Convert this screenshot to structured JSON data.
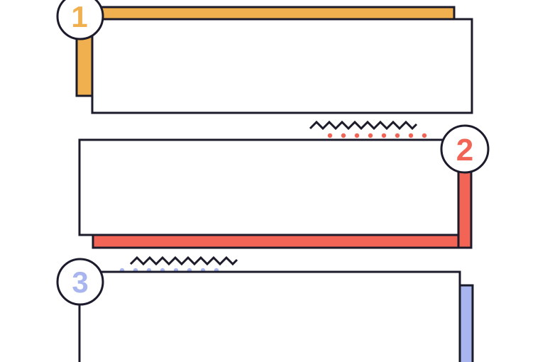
{
  "colors": {
    "outline": "#1b1b2b",
    "background": "#ffffff",
    "step1": "#f1b04f",
    "step2": "#f26556",
    "step3": "#a8b5ee"
  },
  "steps": [
    {
      "number": "1",
      "accent": "step1"
    },
    {
      "number": "2",
      "accent": "step2"
    },
    {
      "number": "3",
      "accent": "step3"
    }
  ],
  "decorations": {
    "zigzag_icon": "zigzag-line",
    "dot_icon": "dotted-line"
  }
}
